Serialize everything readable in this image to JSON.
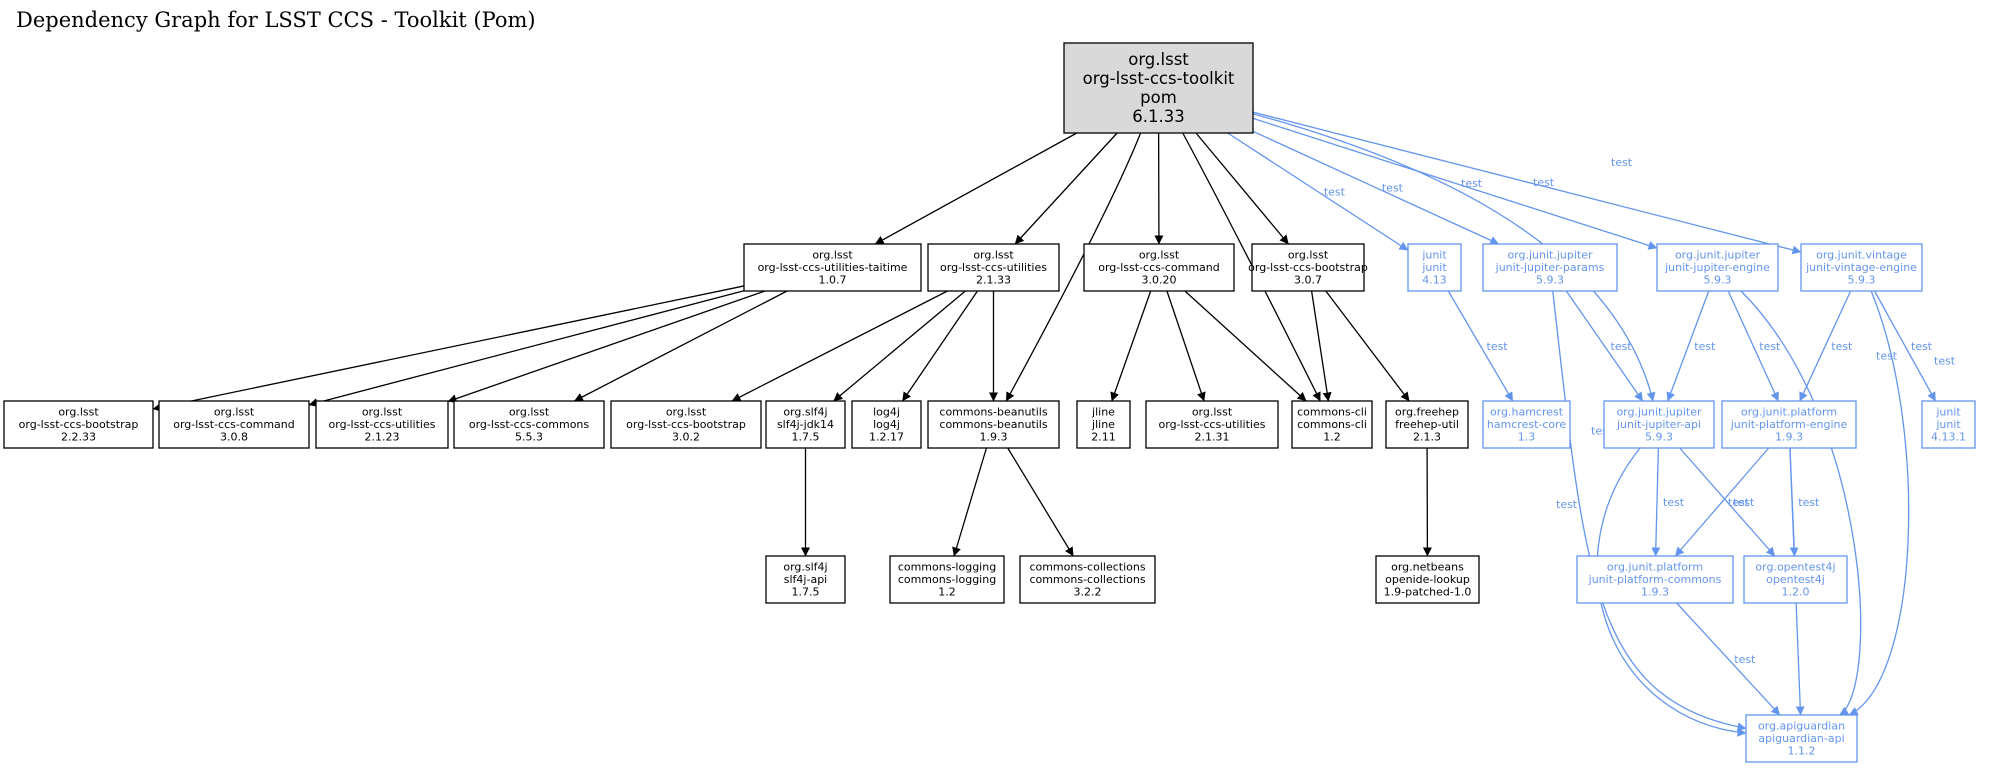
{
  "title": "Dependency Graph for LSST CCS - Toolkit (Pom)",
  "colors": {
    "compile": "#000000",
    "test": "#6495ed",
    "root_fill": "#d9d9d9"
  },
  "nodes": [
    {
      "id": "root",
      "lines": [
        "org.lsst",
        "org-lsst-ccs-toolkit",
        "pom",
        "6.1.33"
      ],
      "root": true
    },
    {
      "id": "taitime",
      "lines": [
        "org.lsst",
        "org-lsst-ccs-utilities-taitime",
        "1.0.7"
      ]
    },
    {
      "id": "util2133",
      "lines": [
        "org.lsst",
        "org-lsst-ccs-utilities",
        "2.1.33"
      ]
    },
    {
      "id": "cmd3020",
      "lines": [
        "org.lsst",
        "org-lsst-ccs-command",
        "3.0.20"
      ]
    },
    {
      "id": "boot307",
      "lines": [
        "org.lsst",
        "org-lsst-ccs-bootstrap",
        "3.0.7"
      ]
    },
    {
      "id": "junit413",
      "lines": [
        "junit",
        "junit",
        "4.13"
      ],
      "test": true
    },
    {
      "id": "jparams",
      "lines": [
        "org.junit.jupiter",
        "junit-jupiter-params",
        "5.9.3"
      ],
      "test": true
    },
    {
      "id": "jengine",
      "lines": [
        "org.junit.jupiter",
        "junit-jupiter-engine",
        "5.9.3"
      ],
      "test": true
    },
    {
      "id": "vintage",
      "lines": [
        "org.junit.vintage",
        "junit-vintage-engine",
        "5.9.3"
      ],
      "test": true
    },
    {
      "id": "boot2233",
      "lines": [
        "org.lsst",
        "org-lsst-ccs-bootstrap",
        "2.2.33"
      ]
    },
    {
      "id": "cmd308",
      "lines": [
        "org.lsst",
        "org-lsst-ccs-command",
        "3.0.8"
      ]
    },
    {
      "id": "util2123",
      "lines": [
        "org.lsst",
        "org-lsst-ccs-utilities",
        "2.1.23"
      ]
    },
    {
      "id": "commons553",
      "lines": [
        "org.lsst",
        "org-lsst-ccs-commons",
        "5.5.3"
      ]
    },
    {
      "id": "boot302",
      "lines": [
        "org.lsst",
        "org-lsst-ccs-bootstrap",
        "3.0.2"
      ]
    },
    {
      "id": "slf4jjdk",
      "lines": [
        "org.slf4j",
        "slf4j-jdk14",
        "1.7.5"
      ]
    },
    {
      "id": "log4j",
      "lines": [
        "log4j",
        "log4j",
        "1.2.17"
      ]
    },
    {
      "id": "beanutils",
      "lines": [
        "commons-beanutils",
        "commons-beanutils",
        "1.9.3"
      ]
    },
    {
      "id": "jline",
      "lines": [
        "jline",
        "jline",
        "2.11"
      ]
    },
    {
      "id": "util2131",
      "lines": [
        "org.lsst",
        "org-lsst-ccs-utilities",
        "2.1.31"
      ]
    },
    {
      "id": "cli",
      "lines": [
        "commons-cli",
        "commons-cli",
        "1.2"
      ]
    },
    {
      "id": "freehep",
      "lines": [
        "org.freehep",
        "freehep-util",
        "2.1.3"
      ]
    },
    {
      "id": "hamcrest",
      "lines": [
        "org.hamcrest",
        "hamcrest-core",
        "1.3"
      ],
      "test": true
    },
    {
      "id": "japi",
      "lines": [
        "org.junit.jupiter",
        "junit-jupiter-api",
        "5.9.3"
      ],
      "test": true
    },
    {
      "id": "pengine",
      "lines": [
        "org.junit.platform",
        "junit-platform-engine",
        "1.9.3"
      ],
      "test": true
    },
    {
      "id": "junit4131",
      "lines": [
        "junit",
        "junit",
        "4.13.1"
      ],
      "test": true
    },
    {
      "id": "slf4japi",
      "lines": [
        "org.slf4j",
        "slf4j-api",
        "1.7.5"
      ]
    },
    {
      "id": "logging",
      "lines": [
        "commons-logging",
        "commons-logging",
        "1.2"
      ]
    },
    {
      "id": "collections",
      "lines": [
        "commons-collections",
        "commons-collections",
        "3.2.2"
      ]
    },
    {
      "id": "openide",
      "lines": [
        "org.netbeans",
        "openide-lookup",
        "1.9-patched-1.0"
      ]
    },
    {
      "id": "pcommons",
      "lines": [
        "org.junit.platform",
        "junit-platform-commons",
        "1.9.3"
      ],
      "test": true
    },
    {
      "id": "opentest",
      "lines": [
        "org.opentest4j",
        "opentest4j",
        "1.2.0"
      ],
      "test": true
    },
    {
      "id": "apiguardian",
      "lines": [
        "org.apiguardian",
        "apiguardian-api",
        "1.1.2"
      ],
      "test": true
    }
  ],
  "edges": [
    {
      "from": "root",
      "to": "taitime"
    },
    {
      "from": "root",
      "to": "util2133"
    },
    {
      "from": "root",
      "to": "beanutils"
    },
    {
      "from": "root",
      "to": "cmd3020"
    },
    {
      "from": "root",
      "to": "cli"
    },
    {
      "from": "root",
      "to": "boot307"
    },
    {
      "from": "root",
      "to": "junit413",
      "label": "test"
    },
    {
      "from": "root",
      "to": "jparams",
      "label": "test"
    },
    {
      "from": "root",
      "to": "japi",
      "label": "test"
    },
    {
      "from": "root",
      "to": "jengine",
      "label": "test"
    },
    {
      "from": "root",
      "to": "vintage",
      "label": "test"
    },
    {
      "from": "taitime",
      "to": "boot2233"
    },
    {
      "from": "taitime",
      "to": "cmd308"
    },
    {
      "from": "taitime",
      "to": "util2123"
    },
    {
      "from": "taitime",
      "to": "commons553"
    },
    {
      "from": "util2133",
      "to": "boot302"
    },
    {
      "from": "util2133",
      "to": "slf4jjdk"
    },
    {
      "from": "util2133",
      "to": "log4j"
    },
    {
      "from": "util2133",
      "to": "beanutils"
    },
    {
      "from": "cmd3020",
      "to": "jline"
    },
    {
      "from": "cmd3020",
      "to": "util2131"
    },
    {
      "from": "cmd3020",
      "to": "cli"
    },
    {
      "from": "boot307",
      "to": "cli"
    },
    {
      "from": "boot307",
      "to": "freehep"
    },
    {
      "from": "junit413",
      "to": "hamcrest",
      "label": "test"
    },
    {
      "from": "jparams",
      "to": "japi",
      "label": "test"
    },
    {
      "from": "jparams",
      "to": "apiguardian",
      "label": "test"
    },
    {
      "from": "jengine",
      "to": "japi",
      "label": "test"
    },
    {
      "from": "jengine",
      "to": "pengine",
      "label": "test"
    },
    {
      "from": "jengine",
      "to": "apiguardian",
      "label": "test"
    },
    {
      "from": "vintage",
      "to": "pengine",
      "label": "test"
    },
    {
      "from": "vintage",
      "to": "junit4131",
      "label": "test"
    },
    {
      "from": "vintage",
      "to": "apiguardian",
      "label": "test"
    },
    {
      "from": "slf4jjdk",
      "to": "slf4japi"
    },
    {
      "from": "beanutils",
      "to": "logging"
    },
    {
      "from": "beanutils",
      "to": "collections"
    },
    {
      "from": "freehep",
      "to": "openide"
    },
    {
      "from": "japi",
      "to": "pcommons",
      "label": "test"
    },
    {
      "from": "japi",
      "to": "opentest",
      "label": "test"
    },
    {
      "from": "japi",
      "to": "apiguardian",
      "label": "test"
    },
    {
      "from": "pengine",
      "to": "pcommons",
      "label": "test"
    },
    {
      "from": "pengine",
      "to": "opentest",
      "label": "test"
    },
    {
      "from": "pengine",
      "to": "apiguardian",
      "label": "test"
    },
    {
      "from": "pcommons",
      "to": "apiguardian",
      "label": "test"
    }
  ]
}
